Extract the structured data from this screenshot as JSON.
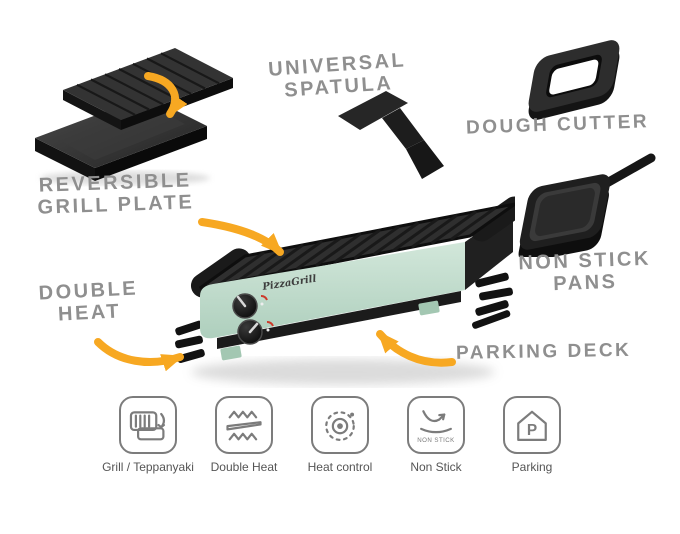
{
  "callouts": {
    "universal_spatula": "UNIVERSAL\nSPATULA",
    "dough_cutter": "DOUGH CUTTER",
    "reversible_grill_plate": "REVERSIBLE\nGRILL PLATE",
    "double_heat": "DOUBLE\nHEAT",
    "non_stick_pans": "NON STICK\nPANS",
    "parking_deck": "PARKING DECK"
  },
  "product": {
    "brand": "PizzaGrill"
  },
  "features": [
    {
      "label": "Grill / Teppanyaki"
    },
    {
      "label": "Double Heat"
    },
    {
      "label": "Heat control"
    },
    {
      "label": "Non Stick",
      "icon_text": "NON STICK"
    },
    {
      "label": "Parking",
      "icon_letter": "P"
    }
  ],
  "colors": {
    "arrow_accent": "#F7A822",
    "grill_body_mint": "#BCD9C7",
    "plate_black": "#2E2E2E",
    "callout_text": "#8F8F8F",
    "icon_outline": "#7C7C7C",
    "knob_red": "#CC3A2A"
  }
}
